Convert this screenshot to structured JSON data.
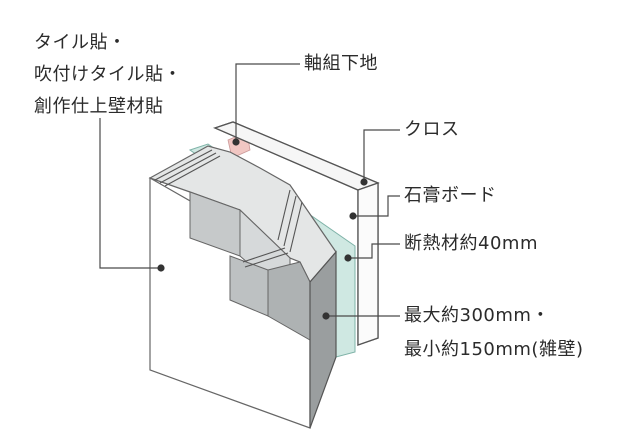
{
  "labels": {
    "left_1": "タイル貼・",
    "left_2": "吹付けタイル貼・",
    "left_3": "創作仕上壁材貼",
    "framing": "軸組下地",
    "cloth": "クロス",
    "gypsum": "石膏ボード",
    "insulation": "断熱材約40mm",
    "thickness_1": "最大約300mm・",
    "thickness_2": "最小約150mm(雑壁)"
  },
  "colors": {
    "concrete_light": "#e4e6e6",
    "concrete_mid": "#c6c9ca",
    "concrete_dark": "#9a9e9f",
    "insulation": "#cfe8e2",
    "framing": "#f1c7c3",
    "board": "#ffffff",
    "leader": "#4a4a4a",
    "dot": "#333333"
  }
}
